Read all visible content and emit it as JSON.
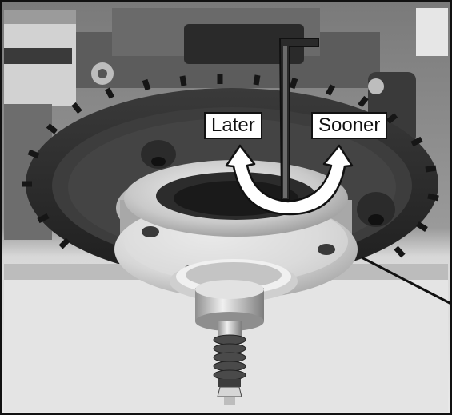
{
  "image": {
    "subject": "gear-and-hub-mechanism-photo",
    "style": "grayscale-photograph"
  },
  "callouts": {
    "later": "Later",
    "sooner": "Sooner"
  },
  "icons": {
    "rotation_arrow": "double-headed-curved-arrow-icon",
    "hex_key": "hex-key-icon",
    "leader_line": "leader-line"
  },
  "colors": {
    "frame": "#111111",
    "label_bg": "#ffffff",
    "arrow_fill": "#ffffff",
    "arrow_stroke": "#111111"
  }
}
